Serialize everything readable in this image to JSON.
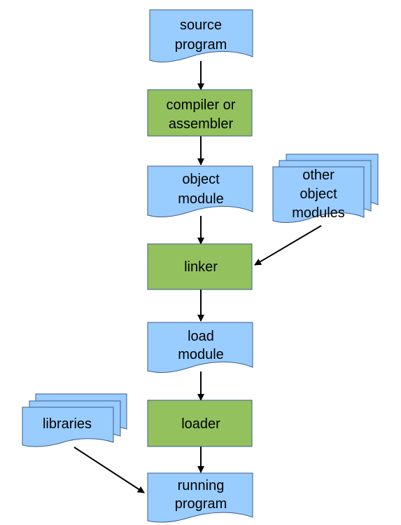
{
  "colors": {
    "document_fill": "#99ccff",
    "process_fill": "#93c15e",
    "stroke": "#3d5d8e",
    "arrow": "#000000"
  },
  "nodes": {
    "source_program": {
      "shape": "document",
      "lines": [
        "source",
        "program"
      ]
    },
    "compiler_or_assembler": {
      "shape": "process",
      "lines": [
        "compiler or",
        "assembler"
      ]
    },
    "object_module": {
      "shape": "document",
      "lines": [
        "object",
        "module"
      ]
    },
    "other_object_modules": {
      "shape": "multi-document",
      "lines": [
        "other",
        "object",
        "modules"
      ]
    },
    "linker": {
      "shape": "process",
      "lines": [
        "linker"
      ]
    },
    "load_module": {
      "shape": "document",
      "lines": [
        "load",
        "module"
      ]
    },
    "loader": {
      "shape": "process",
      "lines": [
        "loader"
      ]
    },
    "libraries": {
      "shape": "multi-document",
      "lines": [
        "libraries"
      ]
    },
    "running_program": {
      "shape": "document",
      "lines": [
        "running",
        "program"
      ]
    }
  },
  "edges": [
    {
      "from": "source_program",
      "to": "compiler_or_assembler"
    },
    {
      "from": "compiler_or_assembler",
      "to": "object_module"
    },
    {
      "from": "object_module",
      "to": "linker"
    },
    {
      "from": "other_object_modules",
      "to": "linker"
    },
    {
      "from": "linker",
      "to": "load_module"
    },
    {
      "from": "load_module",
      "to": "loader"
    },
    {
      "from": "loader",
      "to": "running_program"
    },
    {
      "from": "libraries",
      "to": "running_program"
    }
  ]
}
